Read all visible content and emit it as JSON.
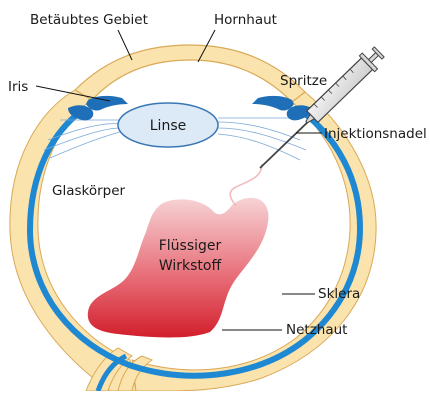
{
  "labels": {
    "betaeubtes_gebiet": "Betäubtes Gebiet",
    "hornhaut": "Hornhaut",
    "iris": "Iris",
    "spritze": "Spritze",
    "linse": "Linse",
    "injektionsnadel": "Injektionsnadel",
    "glaskoerper": "Glaskörper",
    "wirkstoff_line1": "Flüssiger",
    "wirkstoff_line2": "Wirkstoff",
    "sklera": "Sklera",
    "netzhaut": "Netzhaut"
  },
  "colors": {
    "sclera": "#fbe3ad",
    "sclera_outline": "#d9a957",
    "retina": "#1e88d2",
    "iris": "#1f6fb8",
    "lens_fill": "#dce9f6",
    "lens_stroke": "#3a77b5",
    "zonules": "#7aa9d6",
    "drug_top": "#f4c9cc",
    "drug_bottom": "#d5232f",
    "needle_trail": "#f1b9bc",
    "cornea": "#fbe3ad"
  }
}
